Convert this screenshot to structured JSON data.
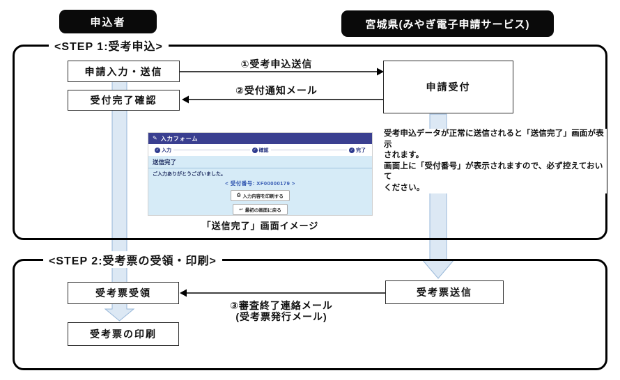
{
  "colors": {
    "band_fill": "#dce8f4",
    "band_stroke": "#96b6d8",
    "panel_header_blue": "#3a3f90",
    "panel_body_blue": "#d6ebf7",
    "receipt_text_blue": "#2f55b0",
    "actor_box_black": "#0a0a0a"
  },
  "actors": {
    "applicant": "申込者",
    "service": "宮城県(みやぎ電子申請サービス)"
  },
  "step1": {
    "label": "<STEP 1:受考申込>",
    "box_input": "申請入力・送信",
    "box_confirm": "受付完了確認",
    "box_receipt": "申請受付",
    "arrow1": "①受考申込送信",
    "arrow2": "②受付通知メール",
    "caption": "「送信完了」画面イメージ",
    "note": {
      "lines": [
        "受考申込データが正常に送信されると「送信完了」画面が表示",
        "されます。",
        "画面上に「受付番号」が表示されますので、必ず控えておいて",
        "ください。"
      ]
    }
  },
  "screenshot": {
    "header": "入力フォーム",
    "form_icon": "✎",
    "check_icon": "✓",
    "print_icon": "⎙",
    "back_icon": "↩",
    "steps": [
      "入力",
      "確認",
      "完了"
    ],
    "section_title": "送信完了",
    "thanks": "ご入力ありがとうございました。",
    "receipt": "< 受付番号: XF00000179 >",
    "print_button": "入力内容を印刷する",
    "back_button": "最初の画面に戻る"
  },
  "step2": {
    "label": "<STEP 2:受考票の受領・印刷>",
    "box_receive": "受考票受領",
    "box_print": "受考票の印刷",
    "box_send": "受考票送信",
    "arrow3_line1": "③審査終了連絡メール",
    "arrow3_line2": "(受考票発行メール)"
  }
}
